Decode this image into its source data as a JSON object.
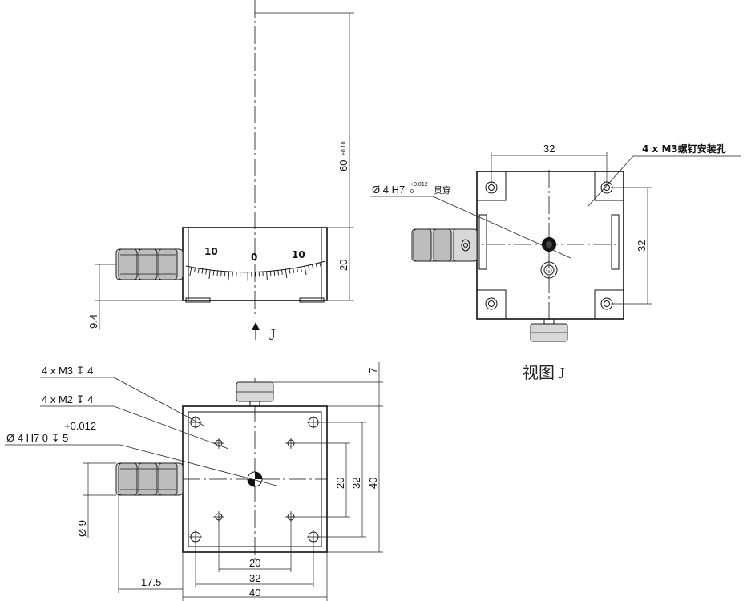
{
  "front_view": {
    "scale_left": "10",
    "scale_center": "0",
    "scale_right": "10",
    "dim_height_total": "60",
    "dim_height_total_tol": "±0.10",
    "dim_body_height": "20",
    "dim_knob_offset": "9.4",
    "view_arrow_label": "J"
  },
  "view_j": {
    "dim_top": "32",
    "dim_right": "32",
    "note_screw": "4 x M3螺钉安装孔",
    "note_hole_prefix": "Ø 4 H7",
    "note_hole_tol_top": "+0.012",
    "note_hole_tol_bottom": "0",
    "note_hole_suffix": "贯穿",
    "caption": "视图 J"
  },
  "top_view": {
    "note_m3": "4 x  M3 ↧ 4",
    "note_m2": "4 x  M2 ↧ 4",
    "note_h7_tol": "+0.012",
    "note_h7": "Ø 4  H7   0      ↧ 5",
    "dim_knob_dia": "Ø 9",
    "dim_knob_len": "17.5",
    "dim_bottom_20": "20",
    "dim_bottom_32": "32",
    "dim_bottom_40": "40",
    "dim_right_20": "20",
    "dim_right_32": "32",
    "dim_right_40": "40",
    "dim_top_7": "7"
  }
}
